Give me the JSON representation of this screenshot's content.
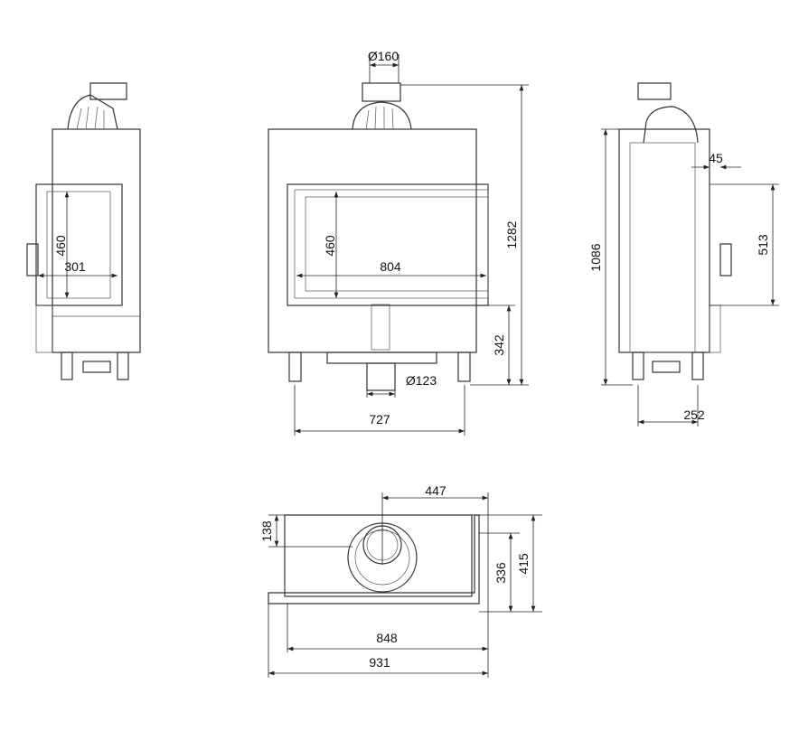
{
  "front_view": {
    "flue_diameter": "Ø160",
    "total_height": "1282",
    "glass_height": "460",
    "glass_width": "804",
    "door_bottom_height": "342",
    "air_inlet_diameter": "Ø123",
    "leg_spacing": "727"
  },
  "left_view": {
    "glass_height": "460",
    "glass_width": "301"
  },
  "right_view": {
    "body_height": "1086",
    "offset": "45",
    "door_height": "513",
    "leg_depth": "252"
  },
  "top_view": {
    "flue_offset": "447",
    "flue_depth": "138",
    "inner_depth": "336",
    "total_depth": "415",
    "inner_width": "848",
    "total_width": "931"
  }
}
